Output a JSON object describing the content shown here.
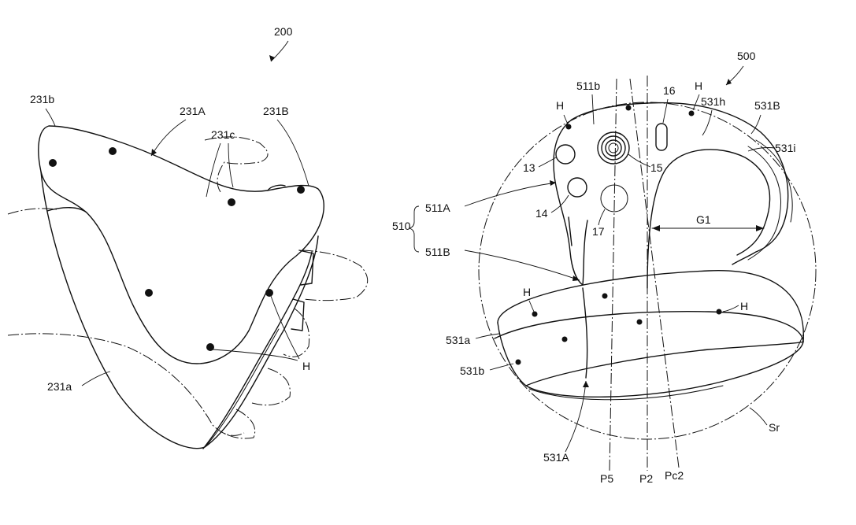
{
  "figure_left": {
    "ref": "200",
    "labels": {
      "l231b": "231b",
      "l231A": "231A",
      "l231B": "231B",
      "l231c": "231c",
      "l231a": "231a",
      "lH": "H"
    }
  },
  "figure_right": {
    "ref": "500",
    "labels": {
      "l511b": "511b",
      "l16": "16",
      "lH_top": "H",
      "l531h": "531h",
      "l531B": "531B",
      "l531i": "531i",
      "lH_left": "H",
      "l13": "13",
      "l15": "15",
      "l511A": "511A",
      "l510": "510",
      "l14": "14",
      "l17": "17",
      "lG1": "G1",
      "l511B": "511B",
      "lH_ring_left": "H",
      "lH_ring_right": "H",
      "l531a": "531a",
      "l531b": "531b",
      "lSr": "Sr",
      "l531A": "531A",
      "lP5": "P5",
      "lP2": "P2",
      "lPc2": "Pc2"
    }
  }
}
